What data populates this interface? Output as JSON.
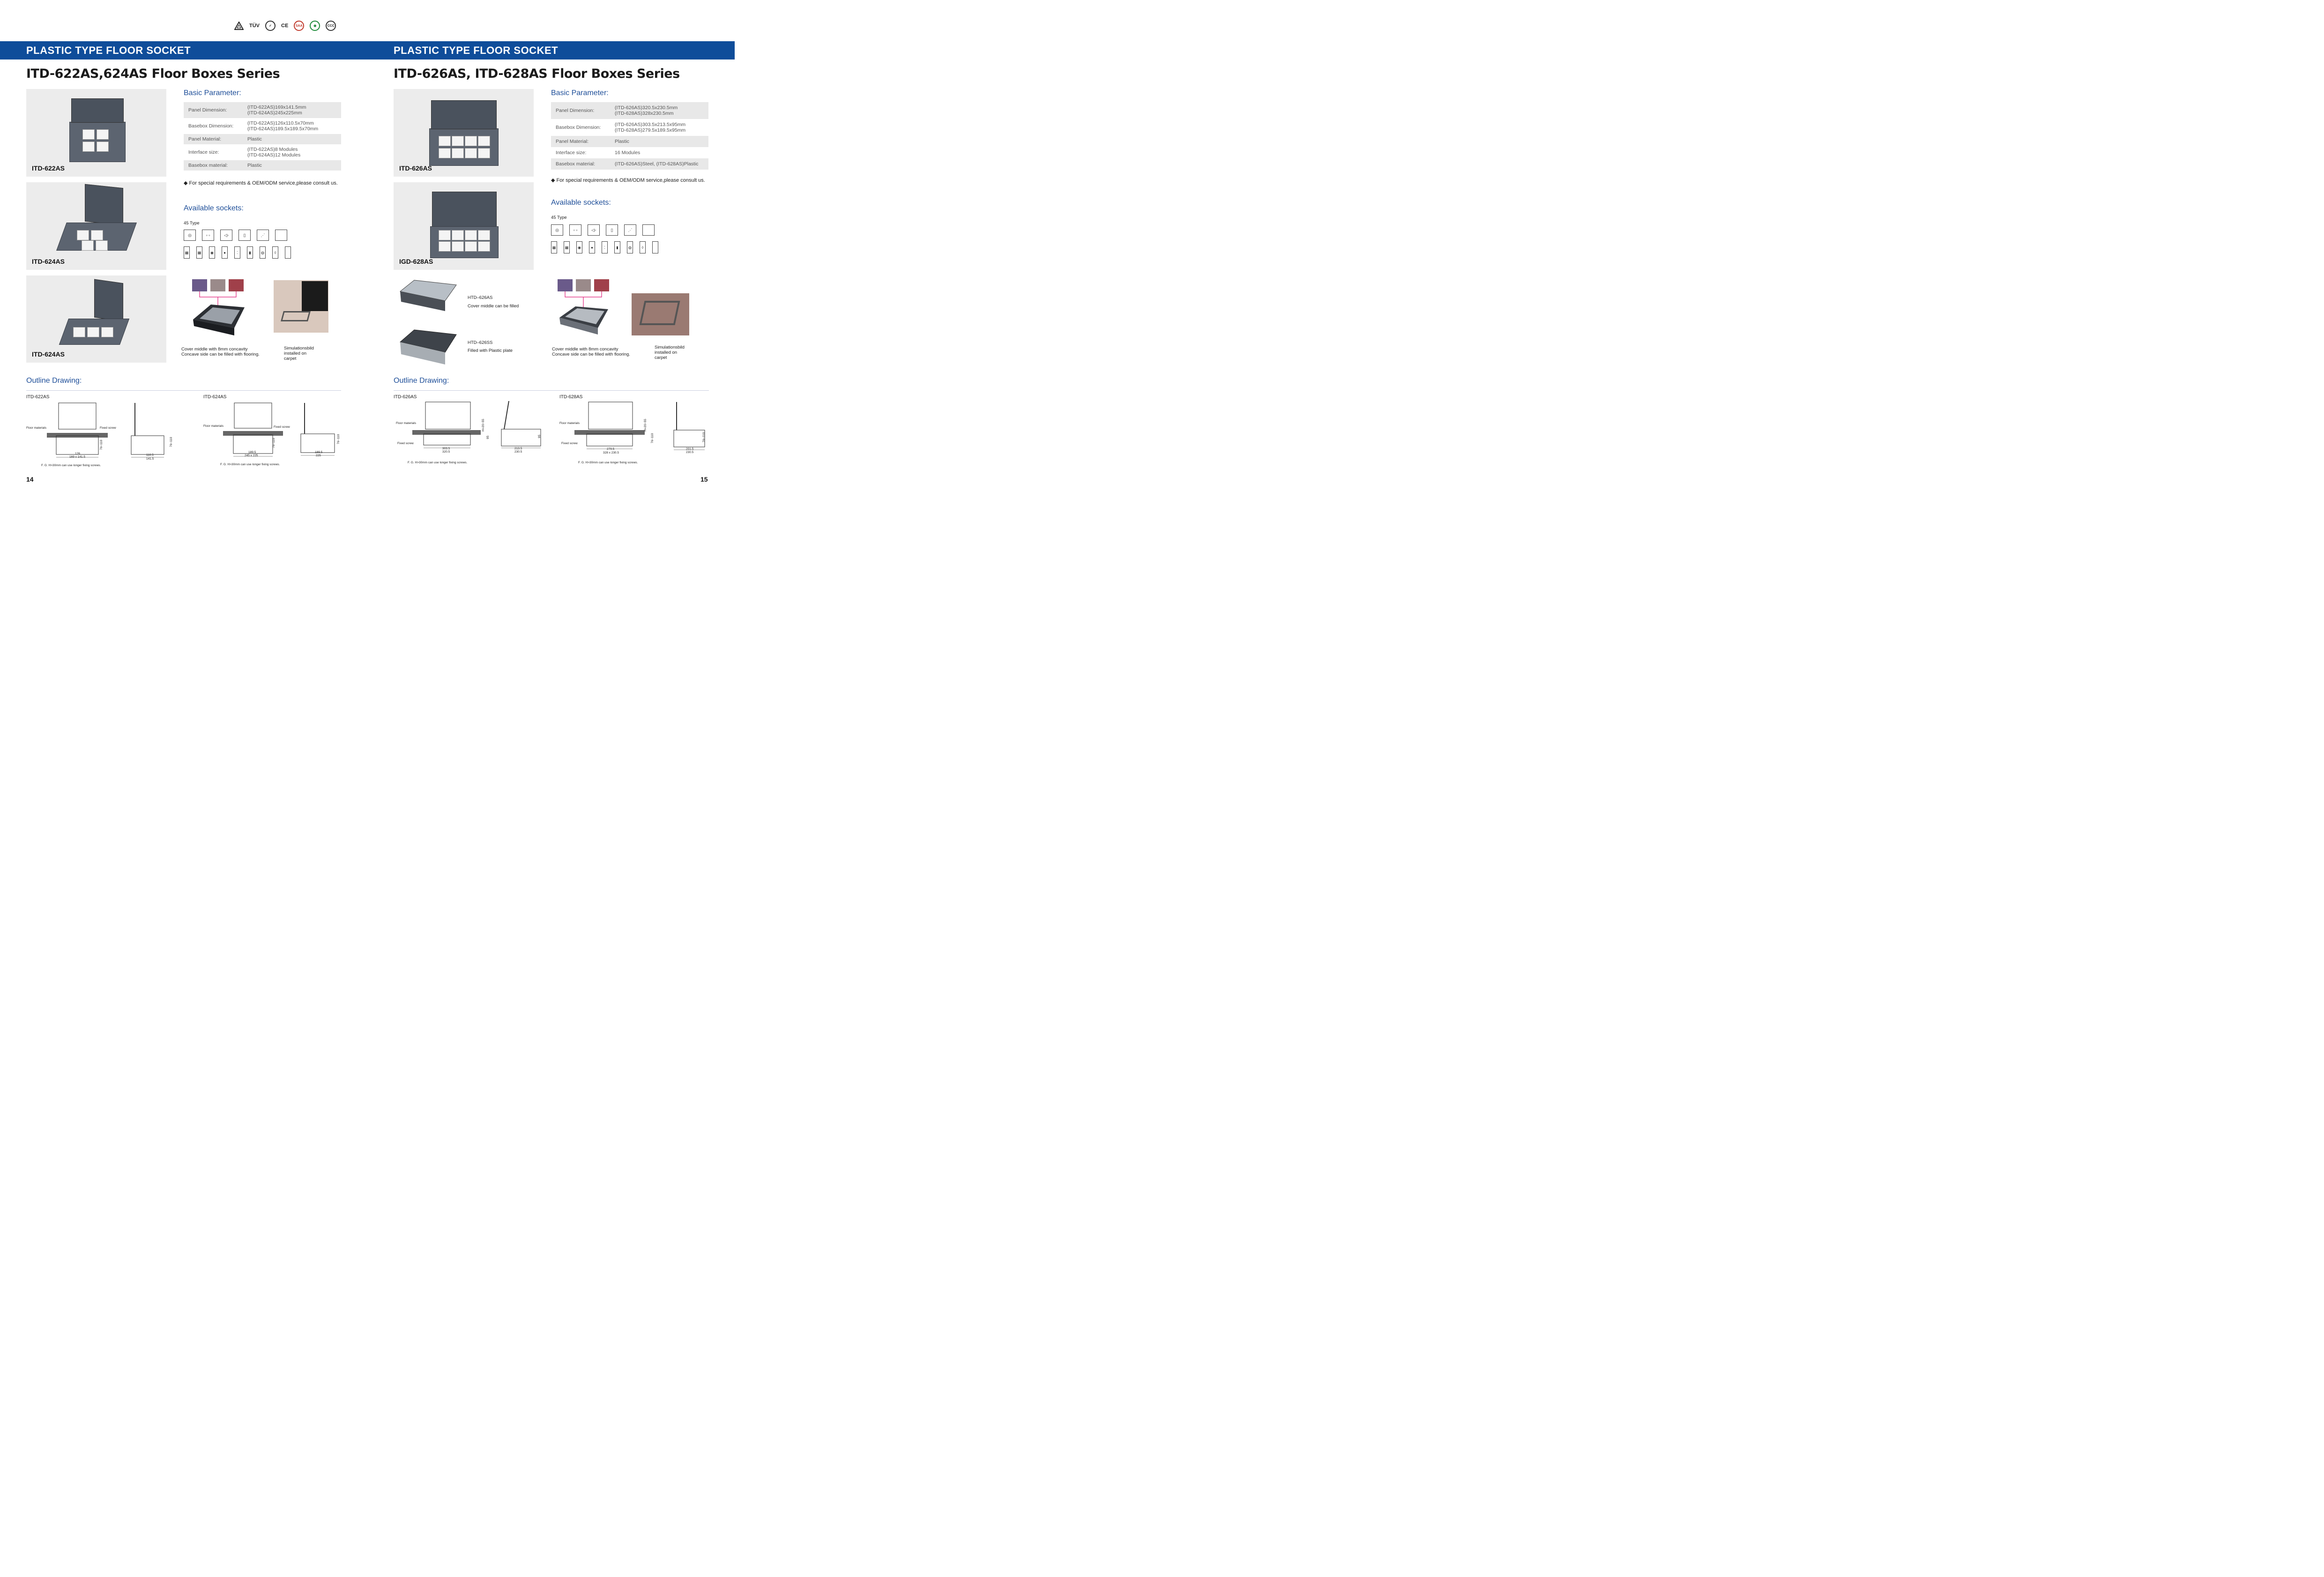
{
  "certifications": [
    "TÜV",
    "CE",
    "SAA",
    "CCC"
  ],
  "left": {
    "banner": "PLASTIC TYPE FLOOR SOCKET",
    "title": "ITD-622AS,624AS Floor Boxes Series",
    "photos": [
      "ITD-622AS",
      "ITD-624AS",
      "ITD-624AS"
    ],
    "basic_heading": "Basic Parameter:",
    "params": [
      {
        "k": "Panel Dimension:",
        "v": [
          "(ITD-622AS)169x141.5mm",
          "(ITD-624AS)245x225mm"
        ]
      },
      {
        "k": "Basebox Dimension:",
        "v": [
          "(ITD-622AS)126x110.5x70mm",
          "(ITD-624AS)189.5x189.5x70mm"
        ]
      },
      {
        "k": "Panel Material:",
        "v": [
          "Plastic"
        ]
      },
      {
        "k": "Interface size:",
        "v": [
          "(ITD-622AS)8 Modules",
          "(ITD-624AS)12 Modules"
        ]
      },
      {
        "k": "Basebox material:",
        "v": [
          "Plastic"
        ]
      }
    ],
    "note": "◆ For special requirements & OEM/ODM service,please consult us.",
    "sockets_heading": "Available sockets:",
    "type_label": "45 Type",
    "cover_caption": [
      "Cover middle with 8mm concavity",
      "Concave side can be filled with flooring."
    ],
    "sim_caption": [
      "Simulationsbild",
      "installed on",
      "carpet"
    ],
    "outline_heading": "Outline Drawing:",
    "drawings": [
      {
        "label": "ITD-622AS",
        "floor": "Floor materials",
        "screw": "Fixed screw",
        "d1": "126",
        "d2": "169 x 141.5",
        "h": "76~110",
        "s1": "110.5",
        "s2": "141.5",
        "hs": "76~110"
      },
      {
        "label": "ITD-624AS",
        "floor": "Floor materials",
        "screw": "Fixed screw",
        "d1": "189.5",
        "d2": "245 x 225",
        "h": "76~110",
        "s1": "189.5",
        "s2": "225",
        "hs": "76~110"
      }
    ],
    "fg_note": "F. G.  H>30mm can use longer fixing screws.",
    "page": "14"
  },
  "right": {
    "banner": "PLASTIC TYPE FLOOR SOCKET",
    "title": "ITD-626AS, ITD-628AS Floor Boxes Series",
    "photos": [
      "ITD-626AS",
      "IGD-628AS"
    ],
    "basic_heading": "Basic Parameter:",
    "params": [
      {
        "k": "Panel Dimension:",
        "v": [
          "(ITD-626AS)320.5x230.5mm",
          "(ITD-628AS)328x230.5mm"
        ]
      },
      {
        "k": "Basebox Dimension:",
        "v": [
          "(ITD-626AS)303.5x213.5x95mm",
          "(ITD-628AS)279.5x189.5x95mm"
        ]
      },
      {
        "k": "Panel Material:",
        "v": [
          "Plastic"
        ]
      },
      {
        "k": "Interface size:",
        "v": [
          "16 Modules"
        ]
      },
      {
        "k": "Basebox material:",
        "v": [
          "(ITD-626AS)Steel, (ITD-628AS)Plastic"
        ]
      }
    ],
    "note": "◆ For special requirements & OEM/ODM service,please consult us.",
    "sockets_heading": "Available sockets:",
    "type_label": "45 Type",
    "variants": [
      {
        "name": "HTD–626AS",
        "desc": "Cover middle can be filled"
      },
      {
        "name": "HTD–626SS",
        "desc": "Filled with Plastic plate"
      }
    ],
    "cover_caption": [
      "Cover middle with 8mm concavity",
      "Concave side can be filled with flooring."
    ],
    "sim_caption": [
      "Simulationsbild",
      "installed on",
      "carpet"
    ],
    "outline_heading": "Outline Drawing:",
    "drawings": [
      {
        "label": "ITD-626AS",
        "floor": "Floor materials",
        "screw": "Fixed screw",
        "d1": "303.5",
        "d2": "320.5",
        "h": "H=20~55",
        "hh": "95",
        "s1": "213.5",
        "s2": "230.5",
        "hs": "95"
      },
      {
        "label": "ITD-628AS",
        "floor": "Floor materials",
        "screw": "Fixed screw",
        "d1": "279.5",
        "d2": "328 x 230.5",
        "h": "H=20~55",
        "hh": "76~110",
        "s1": "201.5",
        "s2": "230.5",
        "hs": "76~110"
      }
    ],
    "fg_note": "F. G.  H>30mm can use longer fixing screws.",
    "page": "15"
  }
}
